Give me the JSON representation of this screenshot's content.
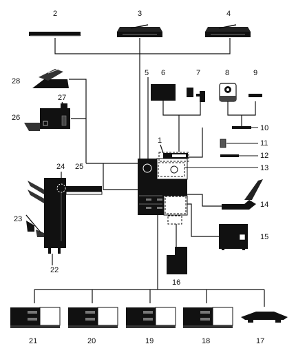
{
  "callouts": [
    {
      "id": "2",
      "text": "2"
    },
    {
      "id": "3",
      "text": "3"
    },
    {
      "id": "4",
      "text": "4"
    },
    {
      "id": "5",
      "text": "5"
    },
    {
      "id": "6",
      "text": "6"
    },
    {
      "id": "7",
      "text": "7"
    },
    {
      "id": "8",
      "text": "8"
    },
    {
      "id": "9",
      "text": "9"
    },
    {
      "id": "1",
      "text": "1"
    },
    {
      "id": "10",
      "text": "10"
    },
    {
      "id": "11",
      "text": "11"
    },
    {
      "id": "12",
      "text": "12"
    },
    {
      "id": "13",
      "text": "13"
    },
    {
      "id": "14",
      "text": "14"
    },
    {
      "id": "15",
      "text": "15"
    },
    {
      "id": "16",
      "text": "16"
    },
    {
      "id": "17",
      "text": "17"
    },
    {
      "id": "18",
      "text": "18"
    },
    {
      "id": "19",
      "text": "19"
    },
    {
      "id": "20",
      "text": "20"
    },
    {
      "id": "21",
      "text": "21"
    },
    {
      "id": "22",
      "text": "22"
    },
    {
      "id": "23",
      "text": "23"
    },
    {
      "id": "24",
      "text": "24"
    },
    {
      "id": "25",
      "text": "25"
    },
    {
      "id": "26",
      "text": "26"
    },
    {
      "id": "27",
      "text": "27"
    },
    {
      "id": "28",
      "text": "28"
    }
  ]
}
